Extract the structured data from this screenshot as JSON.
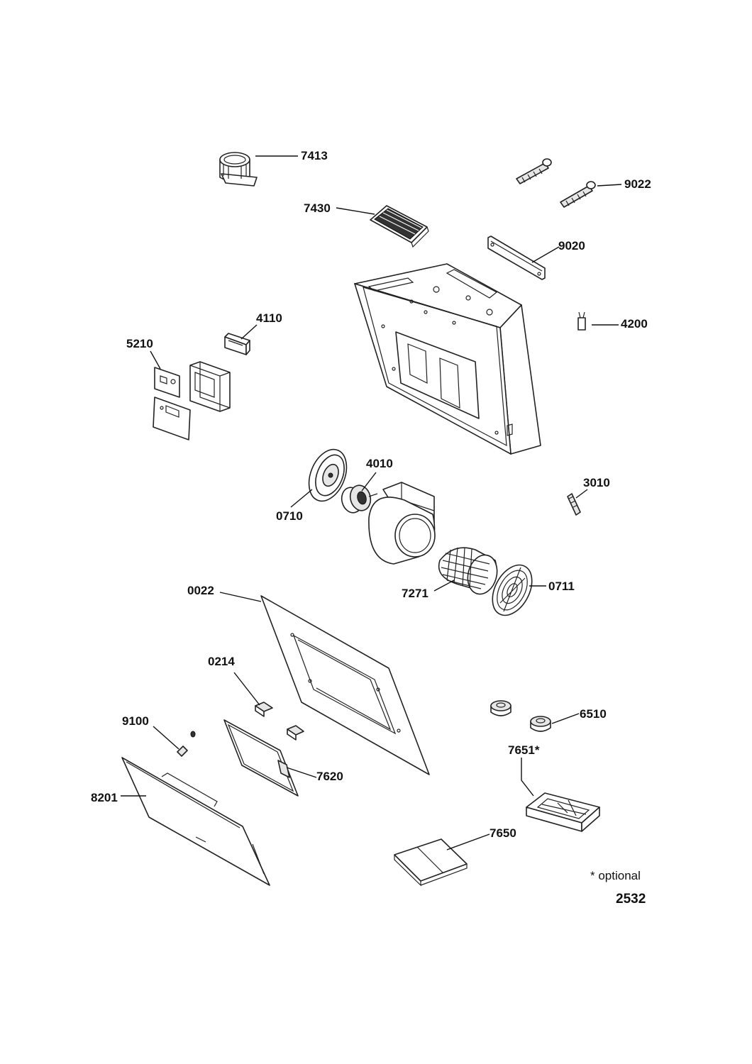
{
  "parts": [
    {
      "id": "p7413",
      "code": "7413"
    },
    {
      "id": "p9022",
      "code": "9022"
    },
    {
      "id": "p7430",
      "code": "7430"
    },
    {
      "id": "p9020",
      "code": "9020"
    },
    {
      "id": "p4110",
      "code": "4110"
    },
    {
      "id": "p4200",
      "code": "4200"
    },
    {
      "id": "p5210",
      "code": "5210"
    },
    {
      "id": "p4010",
      "code": "4010"
    },
    {
      "id": "p3010",
      "code": "3010"
    },
    {
      "id": "p0710",
      "code": "0710"
    },
    {
      "id": "p7271",
      "code": "7271"
    },
    {
      "id": "p0711",
      "code": "0711"
    },
    {
      "id": "p0022",
      "code": "0022"
    },
    {
      "id": "p0214",
      "code": "0214"
    },
    {
      "id": "p6510",
      "code": "6510"
    },
    {
      "id": "p9100",
      "code": "9100"
    },
    {
      "id": "p7651",
      "code": "7651*"
    },
    {
      "id": "p7620",
      "code": "7620"
    },
    {
      "id": "p8201",
      "code": "8201"
    },
    {
      "id": "p7650",
      "code": "7650"
    }
  ],
  "footnote": "* optional",
  "drawing_number": "2532"
}
